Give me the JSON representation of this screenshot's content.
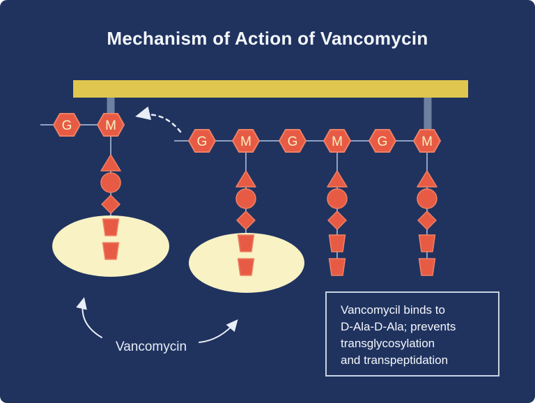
{
  "title": "Mechanism of Action of Vancomycin",
  "hexagons": {
    "left": [
      "G",
      "M"
    ],
    "right": [
      "G",
      "M",
      "G",
      "M",
      "G",
      "M"
    ]
  },
  "labels": {
    "vancomycin": "Vancomycin"
  },
  "info_box": {
    "lines": [
      "Vancomycil binds to",
      "D-Ala-D-Ala; prevents",
      "transglycosylation",
      "and transpeptidation"
    ]
  },
  "colors": {
    "navy": "#20335f",
    "gold": "#e0c64f",
    "coral": "#e75b45",
    "coral-light": "#ef8165",
    "cream": "#f8f2c4",
    "line": "#8fa2c2",
    "connector": "#6e81a1",
    "arrow": "#e9eef6",
    "box-border": "#c9d4e2",
    "text-light": "#f4f7fb"
  }
}
